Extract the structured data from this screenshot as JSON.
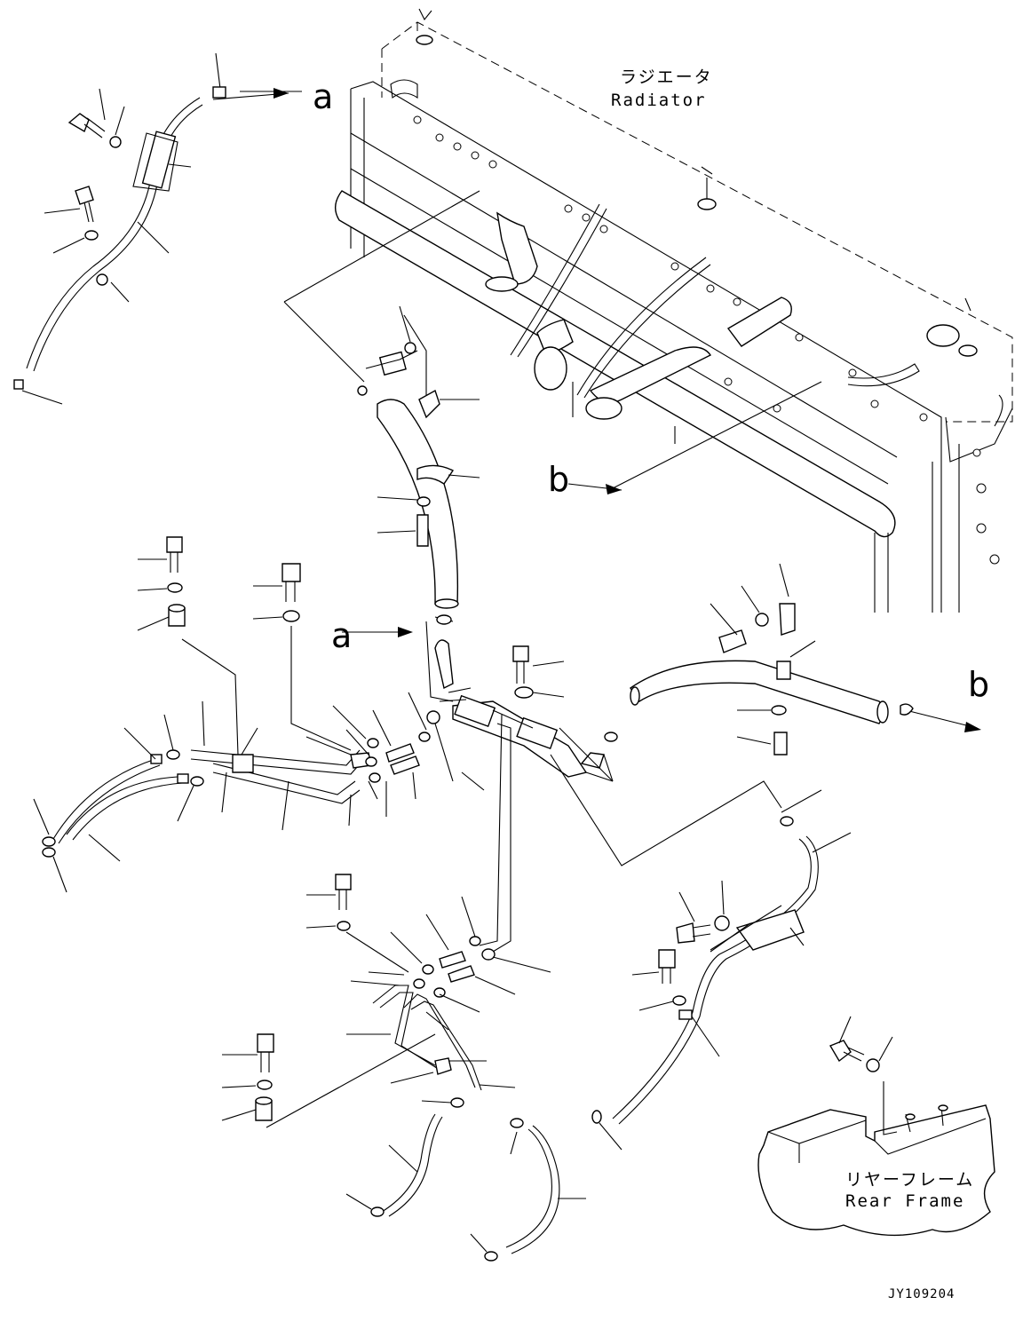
{
  "radiator": {
    "label_jp": "ラジエータ",
    "label_en": "Radiator"
  },
  "rear_frame": {
    "label_jp": "リヤーフレーム",
    "label_en": "Rear Frame"
  },
  "callouts": {
    "a": "a",
    "b": "b"
  },
  "drawing_code": "JY109204"
}
